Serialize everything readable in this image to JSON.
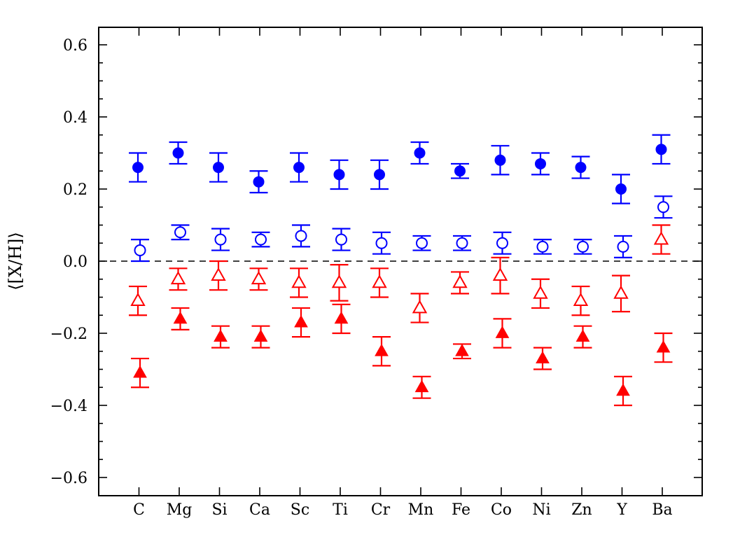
{
  "chart_data": {
    "type": "scatter",
    "title": "",
    "xlabel": "",
    "ylabel": "⟨[X/H]⟩",
    "categories": [
      "C",
      "Mg",
      "Si",
      "Ca",
      "Sc",
      "Ti",
      "Cr",
      "Mn",
      "Fe",
      "Co",
      "Ni",
      "Zn",
      "Y",
      "Ba"
    ],
    "ylim": [
      -0.65,
      0.65
    ],
    "yticks": [
      -0.6,
      -0.4,
      -0.2,
      0.0,
      0.2,
      0.4,
      0.6
    ],
    "ytick_labels": [
      "−0.6",
      "−0.4",
      "−0.2",
      "0.0",
      "0.2",
      "0.4",
      "0.6"
    ],
    "yminor_step": 0.05,
    "grid": false,
    "legend": null,
    "reference_line": {
      "y": 0.0,
      "style": "dashed",
      "color": "#000000"
    },
    "series": [
      {
        "name": "blue-filled-circles",
        "marker": "circle",
        "filled": true,
        "color": "#0000ff",
        "x_offset": -1.5,
        "values": [
          0.26,
          0.3,
          0.26,
          0.22,
          0.26,
          0.24,
          0.24,
          0.3,
          0.25,
          0.28,
          0.27,
          0.26,
          0.2,
          0.31
        ],
        "errors": [
          0.04,
          0.03,
          0.04,
          0.03,
          0.04,
          0.04,
          0.04,
          0.03,
          0.02,
          0.04,
          0.03,
          0.03,
          0.04,
          0.04
        ]
      },
      {
        "name": "blue-open-circles",
        "marker": "circle",
        "filled": false,
        "color": "#0000ff",
        "x_offset": 1.5,
        "values": [
          0.03,
          0.08,
          0.06,
          0.06,
          0.07,
          0.06,
          0.05,
          0.05,
          0.05,
          0.05,
          0.04,
          0.04,
          0.04,
          0.15
        ],
        "errors": [
          0.03,
          0.02,
          0.03,
          0.02,
          0.03,
          0.03,
          0.03,
          0.02,
          0.02,
          0.03,
          0.02,
          0.02,
          0.03,
          0.03
        ]
      },
      {
        "name": "red-open-triangles",
        "marker": "triangle",
        "filled": false,
        "color": "#ff0000",
        "x_offset": -1.5,
        "values": [
          -0.11,
          -0.05,
          -0.04,
          -0.05,
          -0.06,
          -0.06,
          -0.06,
          -0.13,
          -0.06,
          -0.04,
          -0.09,
          -0.11,
          -0.09,
          0.06
        ],
        "errors": [
          0.04,
          0.03,
          0.04,
          0.03,
          0.04,
          0.05,
          0.04,
          0.04,
          0.03,
          0.05,
          0.04,
          0.04,
          0.05,
          0.04
        ]
      },
      {
        "name": "red-filled-triangles",
        "marker": "triangle",
        "filled": true,
        "color": "#ff0000",
        "x_offset": 1.5,
        "values": [
          -0.31,
          -0.16,
          -0.21,
          -0.21,
          -0.17,
          -0.16,
          -0.25,
          -0.35,
          -0.25,
          -0.2,
          -0.27,
          -0.21,
          -0.36,
          -0.24
        ],
        "errors": [
          0.04,
          0.03,
          0.03,
          0.03,
          0.04,
          0.04,
          0.04,
          0.03,
          0.02,
          0.04,
          0.03,
          0.03,
          0.04,
          0.04
        ]
      }
    ]
  }
}
